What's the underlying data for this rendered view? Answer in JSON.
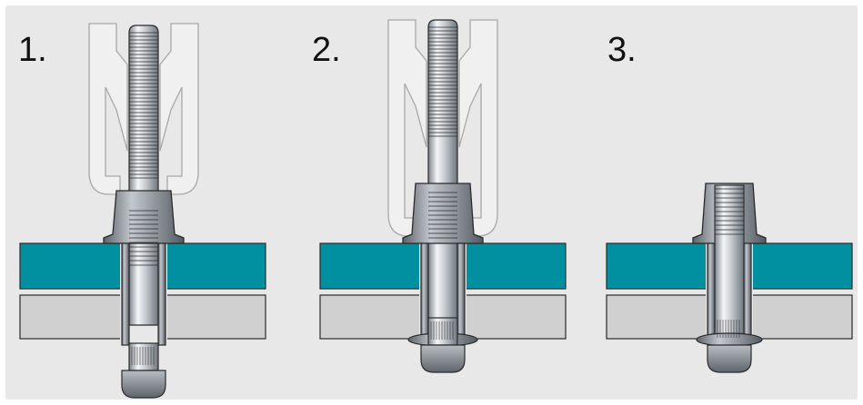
{
  "figure": {
    "steps": [
      {
        "label": "1."
      },
      {
        "label": "2."
      },
      {
        "label": "3."
      }
    ]
  },
  "colors": {
    "background": "#e8e8e8",
    "border": "#ffffff",
    "upper_plate": "#00909f",
    "lower_plate": "#d0d0d0",
    "tool": "#f0f0f0",
    "tool_outline": "#a8a8a8",
    "metal_light": "#e4e8ec",
    "metal_dark": "#8a9098",
    "outline": "#2a2a2a"
  },
  "icons": {
    "tool_jaw": "setting-tool-jaw-icon",
    "mandrel": "threaded-mandrel-icon",
    "insert": "rivet-nut-insert-icon"
  }
}
